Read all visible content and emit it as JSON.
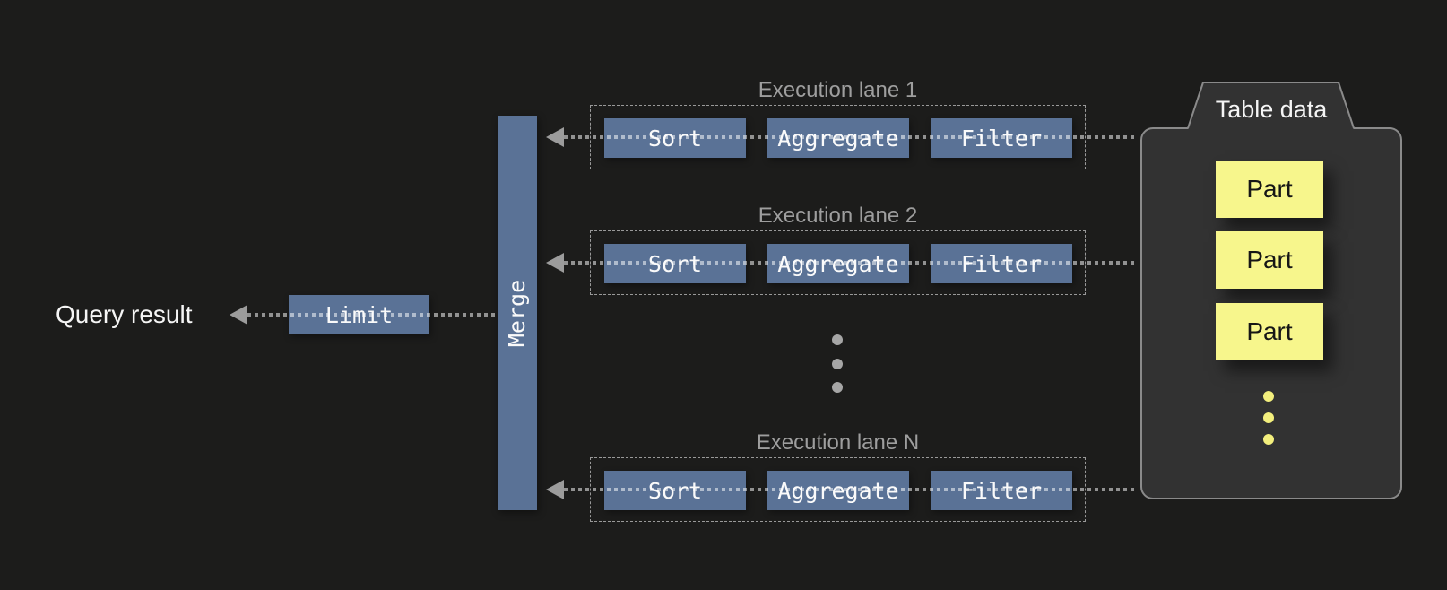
{
  "title": "Query execution pipeline diagram",
  "query_result": {
    "label": "Query result"
  },
  "limit": {
    "label": "Limit"
  },
  "merge": {
    "label": "Merge"
  },
  "lanes": [
    {
      "label": "Execution lane 1",
      "operators": [
        "Sort",
        "Aggregate",
        "Filter"
      ]
    },
    {
      "label": "Execution lane 2",
      "operators": [
        "Sort",
        "Aggregate",
        "Filter"
      ]
    },
    {
      "label": "Execution lane N",
      "operators": [
        "Sort",
        "Aggregate",
        "Filter"
      ]
    }
  ],
  "lanes_ellipsis": "vertical three dots between lane 2 and lane N",
  "table_data": {
    "label": "Table data",
    "parts": [
      "Part",
      "Part",
      "Part"
    ],
    "parts_ellipsis": "vertical three dots below parts"
  },
  "colors": {
    "background": "#1c1c1b",
    "node_blue": "#5a7296",
    "part_yellow": "#f7f68c",
    "flow_line": "#8d8d8d",
    "label_gray": "#9e9e9e",
    "panel_fill": "#323232",
    "panel_border": "#8a8a8a",
    "ellipsis_yellow": "#f3ef7d",
    "ellipsis_gray": "#a6a6a6"
  }
}
